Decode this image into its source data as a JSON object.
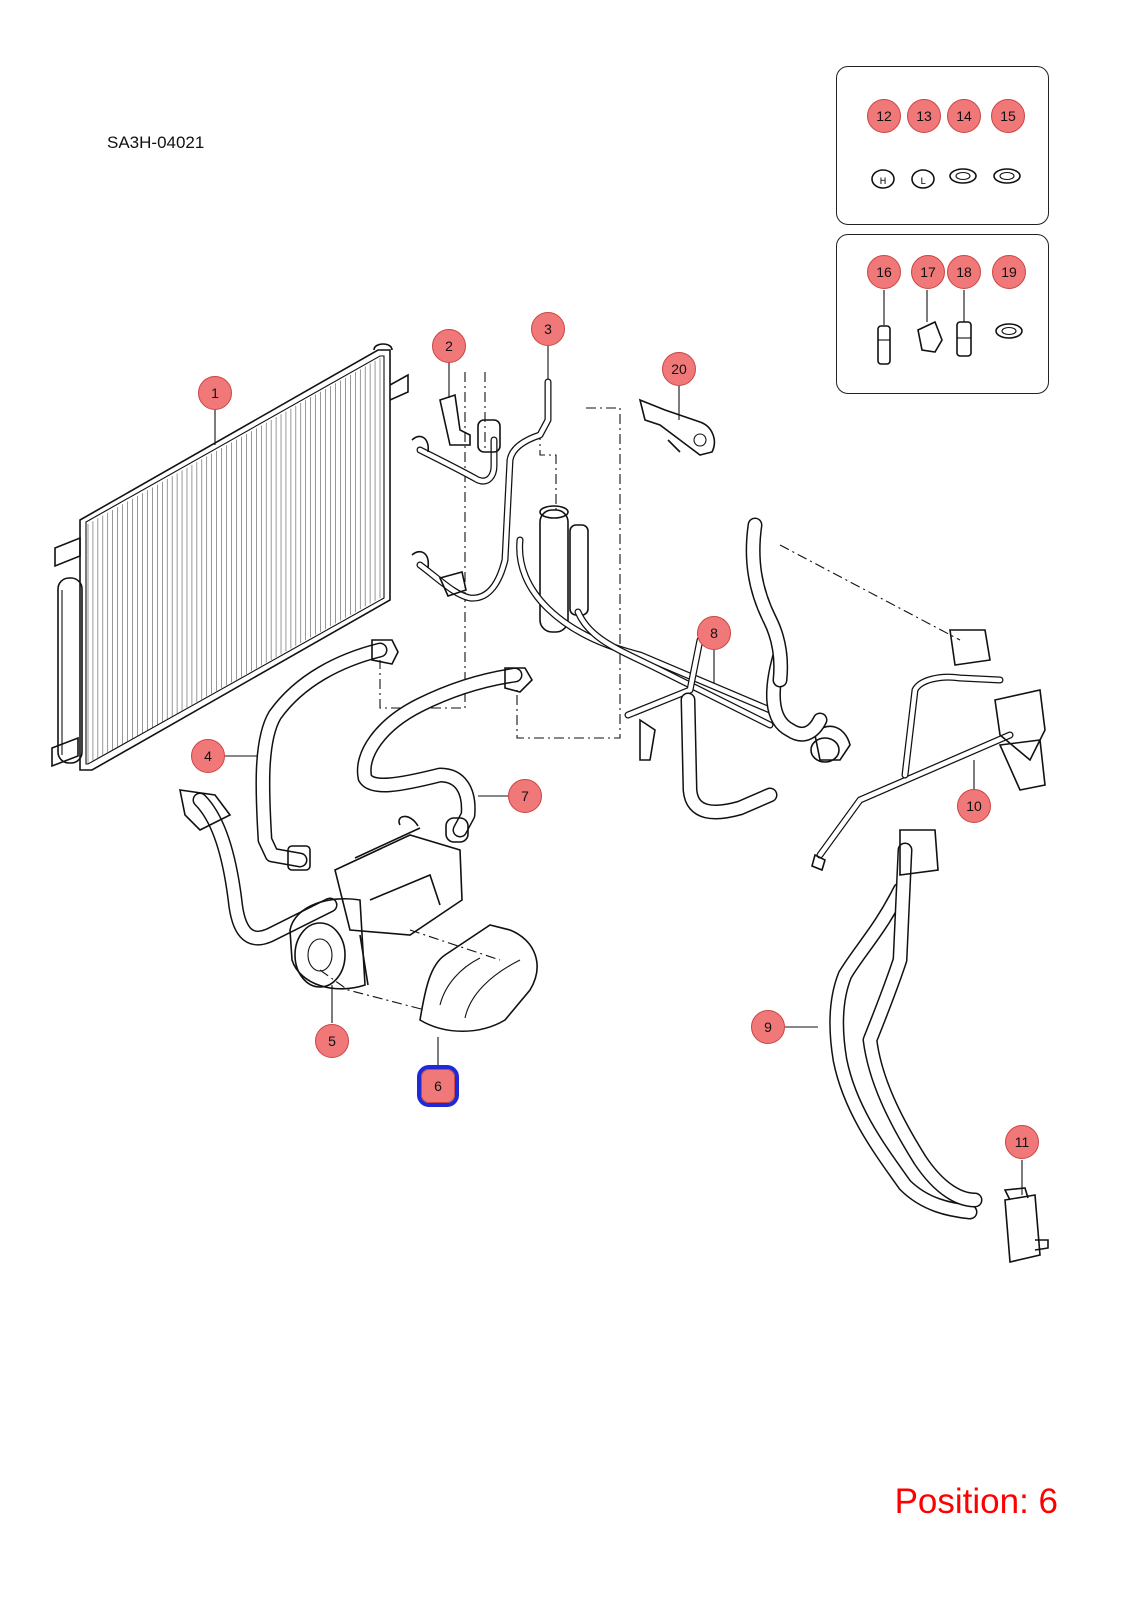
{
  "diagram": {
    "code": "SA3H-04021",
    "position_label": "Position: 6",
    "selected_part": "6",
    "accent_color": "#f07878",
    "selection_color": "#1f2ad6",
    "position_color": "#ff0000"
  },
  "callouts": [
    {
      "id": "1",
      "label": "1"
    },
    {
      "id": "2",
      "label": "2"
    },
    {
      "id": "3",
      "label": "3"
    },
    {
      "id": "4",
      "label": "4"
    },
    {
      "id": "5",
      "label": "5"
    },
    {
      "id": "6",
      "label": "6"
    },
    {
      "id": "7",
      "label": "7"
    },
    {
      "id": "8",
      "label": "8"
    },
    {
      "id": "9",
      "label": "9"
    },
    {
      "id": "10",
      "label": "10"
    },
    {
      "id": "11",
      "label": "11"
    },
    {
      "id": "12",
      "label": "12"
    },
    {
      "id": "13",
      "label": "13"
    },
    {
      "id": "14",
      "label": "14"
    },
    {
      "id": "15",
      "label": "15"
    },
    {
      "id": "16",
      "label": "16"
    },
    {
      "id": "17",
      "label": "17"
    },
    {
      "id": "18",
      "label": "18"
    },
    {
      "id": "19",
      "label": "19"
    },
    {
      "id": "20",
      "label": "20"
    }
  ]
}
